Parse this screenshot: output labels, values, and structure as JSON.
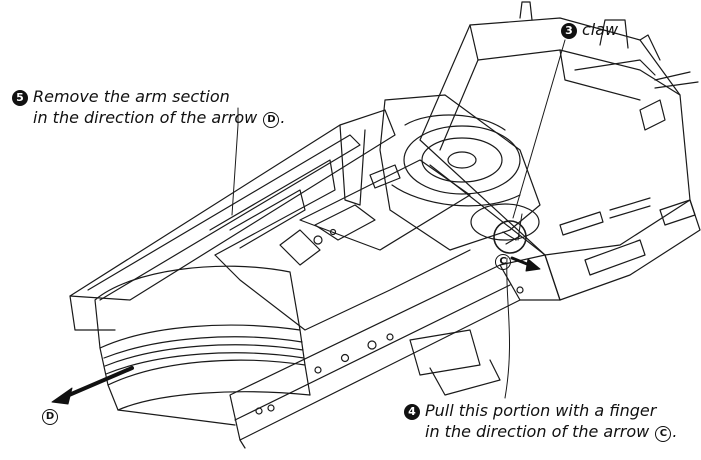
{
  "notes": {
    "step5": {
      "number": "5",
      "line1": "Remove the arm section",
      "line2_prefix": "in the direction of the arrow",
      "line2_mark": "D",
      "line2_suffix": "."
    },
    "step3": {
      "number": "3",
      "text": "claw"
    },
    "step4": {
      "number": "4",
      "line1": "Pull this portion with a finger",
      "line2_prefix": "in the direction of the arrow",
      "line2_mark": "C",
      "line2_suffix": "."
    }
  },
  "arrow_marks": {
    "c": "C",
    "d": "D"
  }
}
